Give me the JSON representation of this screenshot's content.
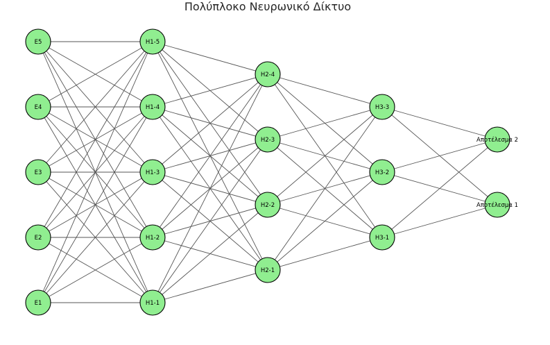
{
  "diagram": {
    "title": "Πολύπλοκο Νευρωνικό Δίκτυο",
    "node_fill": "#90ee90",
    "edge_color": "#555555",
    "layers": [
      {
        "nodes": [
          "E1",
          "E2",
          "E3",
          "E4",
          "E5"
        ]
      },
      {
        "nodes": [
          "H1-1",
          "H1-2",
          "H1-3",
          "H1-4",
          "H1-5"
        ]
      },
      {
        "nodes": [
          "H2-1",
          "H2-2",
          "H2-3",
          "H2-4"
        ]
      },
      {
        "nodes": [
          "H3-1",
          "H3-2",
          "H3-3"
        ]
      },
      {
        "nodes": [
          "Αποτέλεσμα 1",
          "Αποτέλεσμα 2"
        ]
      }
    ],
    "connectivity": "fully-connected between consecutive layers"
  }
}
